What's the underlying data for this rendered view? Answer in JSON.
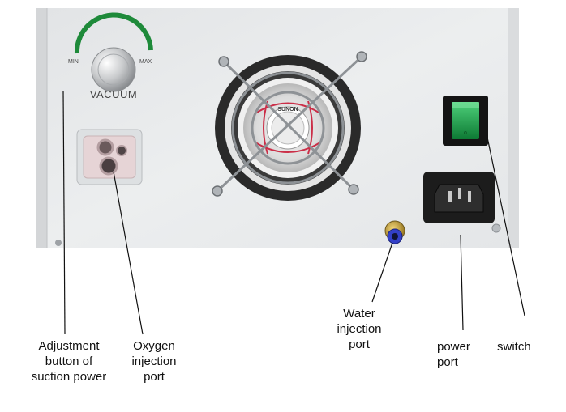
{
  "panel": {
    "vacuum_dial": {
      "caption": "VACUUM",
      "min_label": "MIN",
      "max_label": "MAX"
    },
    "fan_brand": "SUNON",
    "colors": {
      "panel": "#e6e8ea",
      "gauge_arc": "#1e8a3a",
      "switch_green": "#1fa64a",
      "port_blue": "#3340c8"
    }
  },
  "callouts": {
    "suction": [
      "Adjustment",
      "button of",
      "suction power"
    ],
    "oxygen": [
      "Oxygen",
      "injection",
      "port"
    ],
    "water": [
      "Water",
      "injection",
      "port"
    ],
    "power": [
      "power",
      "port"
    ],
    "switch": [
      "switch"
    ]
  }
}
